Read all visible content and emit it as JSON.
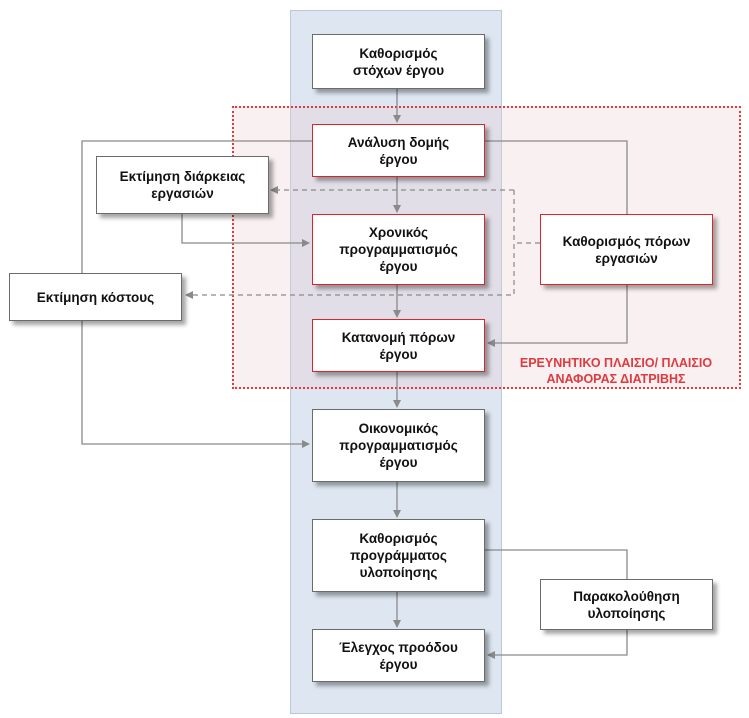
{
  "boxes": {
    "goals": "Καθορισμός\nστόχων έργου",
    "wbs": "Ανάλυση δομής\nέργου",
    "duration": "Εκτίμηση διάρκειας\nεργασιών",
    "schedule": "Χρονικός\nπρογραμματισμός\nέργου",
    "resources_def": "Καθορισμός πόρων\nεργασιών",
    "cost": "Εκτίμηση κόστους",
    "allocation": "Κατανομή πόρων\nέργου",
    "budget": "Οικονομικός\nπρογραμματισμός\nέργου",
    "impl_plan": "Καθορισμός\nπρογράμματος\nυλοποίησης",
    "monitoring": "Παρακολούθηση\nυλοποίησης",
    "control": "Έλεγχος προόδου\nέργου"
  },
  "frame_label": "ΕΡΕΥΝΗΤΙΚΟ ΠΛΑΙΣΙΟ/ ΠΛΑΙΣΙΟ\nΑΝΑΦΟΡΑΣ ΔΙΑΤΡΙΒΗΣ",
  "colors": {
    "column": "#dde6f1",
    "frame": "#e03a3e",
    "connector": "#8a8a8a"
  }
}
